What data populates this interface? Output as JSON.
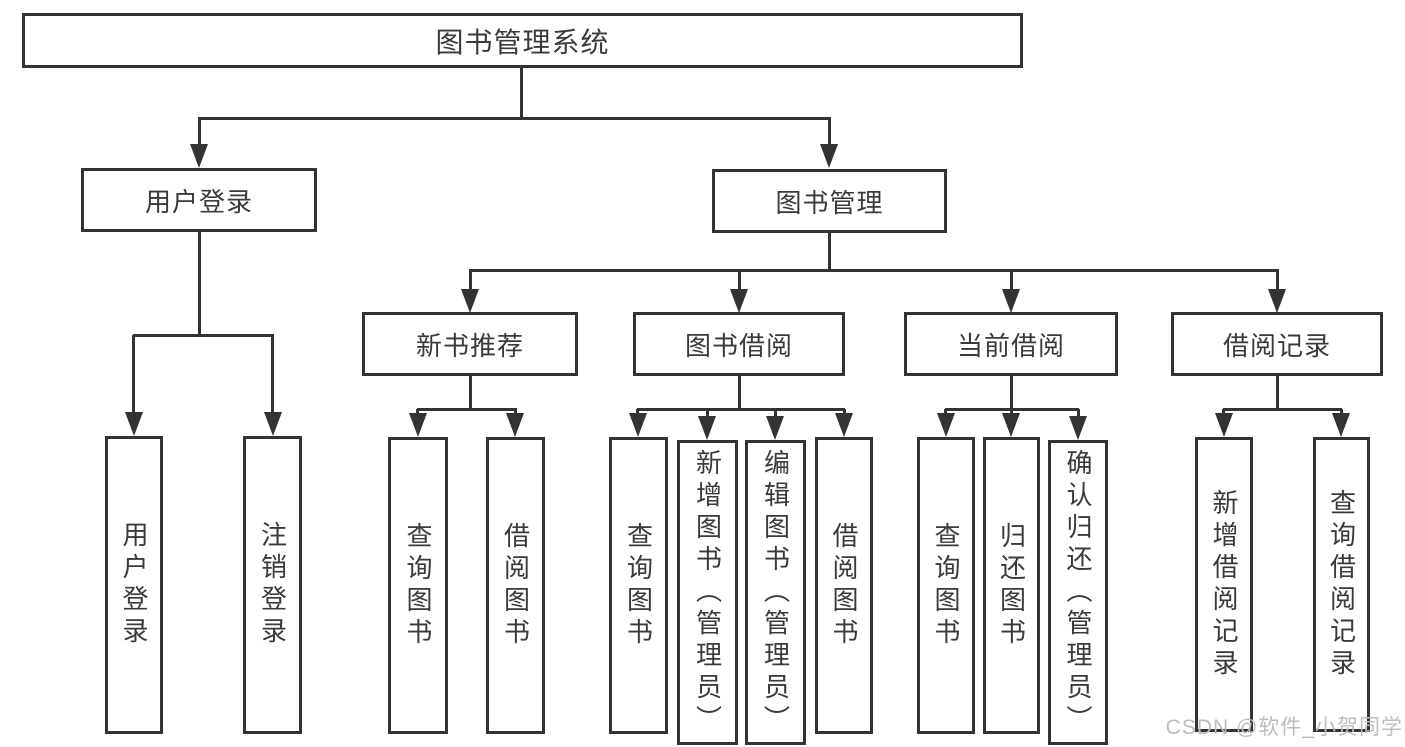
{
  "colors": {
    "line": "#333333",
    "text": "#3a3a3a",
    "background": "#ffffff",
    "watermark": "#bdbdbd"
  },
  "watermark": {
    "text": "CSDN @软件_小贺同学"
  },
  "tree": {
    "label": "图书管理系统",
    "children": [
      {
        "label": "用户登录",
        "children": [
          {
            "label": "用户登录"
          },
          {
            "label": "注销登录"
          }
        ]
      },
      {
        "label": "图书管理",
        "children": [
          {
            "label": "新书推荐",
            "children": [
              {
                "label": "查询图书"
              },
              {
                "label": "借阅图书"
              }
            ]
          },
          {
            "label": "图书借阅",
            "children": [
              {
                "label": "查询图书"
              },
              {
                "label": "新增图书（管理员）"
              },
              {
                "label": "编辑图书（管理员）"
              },
              {
                "label": "借阅图书"
              }
            ]
          },
          {
            "label": "当前借阅",
            "children": [
              {
                "label": "查询图书"
              },
              {
                "label": "归还图书"
              },
              {
                "label": "确认归还（管理员）"
              }
            ]
          },
          {
            "label": "借阅记录",
            "children": [
              {
                "label": "新增借阅记录"
              },
              {
                "label": "查询借阅记录"
              }
            ]
          }
        ]
      }
    ]
  }
}
